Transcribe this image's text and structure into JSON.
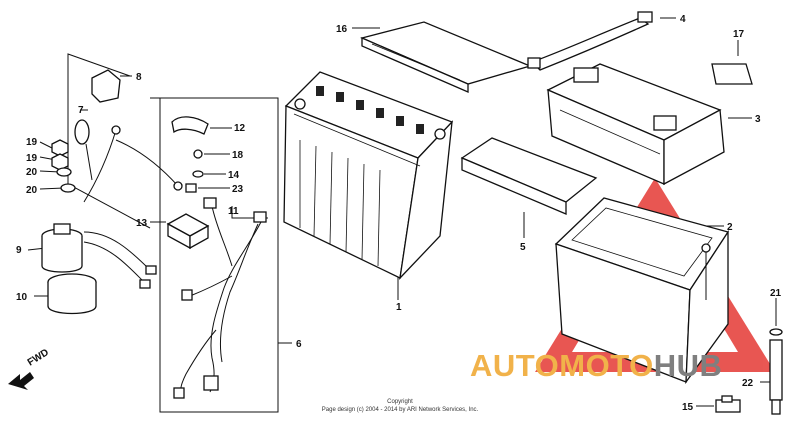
{
  "diagram": {
    "callouts": [
      "1",
      "2",
      "3",
      "4",
      "5",
      "6",
      "7",
      "8",
      "9",
      "10",
      "11",
      "12",
      "13",
      "14",
      "15",
      "16",
      "17",
      "18",
      "19",
      "19",
      "20",
      "20",
      "21",
      "22",
      "23"
    ],
    "direction_marker": "FWD",
    "copyright_line1": "Copyright",
    "copyright_line2": "Page design (c) 2004 - 2014 by ARI Network Services, Inc.",
    "watermark": {
      "part_a": "AUTOMOTO",
      "part_b": "HUB",
      "color_a": "#f1b24a",
      "color_b": "#7f7f7f",
      "logo_color": "#e53935"
    }
  }
}
